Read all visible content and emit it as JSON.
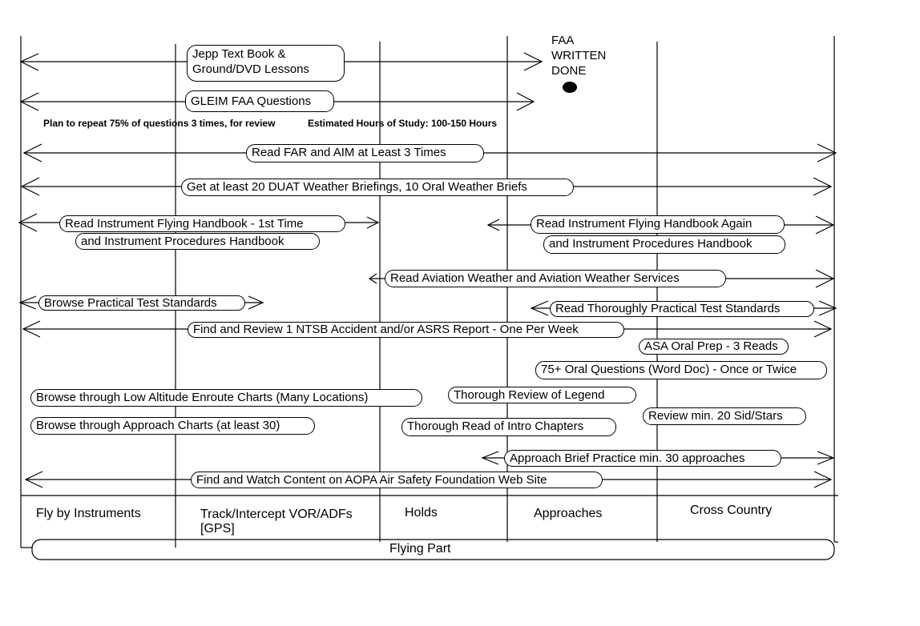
{
  "milestone": {
    "line1": "FAA",
    "line2": "WRITTEN",
    "line3": "DONE"
  },
  "notes": {
    "repeat": "Plan to repeat 75% of questions 3 times, for review",
    "hours": "Estimated Hours of Study: 100-150 Hours"
  },
  "tasks": {
    "jepp_line1": "Jepp Text Book &",
    "jepp_line2": "Ground/DVD Lessons",
    "gleim": "GLEIM FAA Questions",
    "far_aim": "Read FAR and AIM at Least 3 Times",
    "duat": "Get at least 20 DUAT Weather Briefings, 10 Oral Weather Briefs",
    "ifh_first": "Read Instrument Flying Handbook  - 1st Time",
    "iph_first": "and Instrument Procedures Handbook",
    "ifh_again": "Read Instrument Flying Handbook Again",
    "iph_again": "and Instrument Procedures Handbook",
    "aviation_weather": "Read Aviation Weather and Aviation Weather Services",
    "browse_pts": "Browse Practical Test Standards",
    "thorough_pts": "Read Thoroughly Practical Test Standards",
    "ntsb": "Find and Review 1 NTSB Accident and/or ASRS Report - One Per Week",
    "asa": "ASA Oral Prep - 3 Reads",
    "oral_questions": "75+ Oral Questions (Word Doc) - Once or Twice",
    "low_alt": "Browse through Low Altitude Enroute Charts (Many Locations)",
    "legend": "Thorough Review of Legend",
    "approach_charts": "Browse through Approach Charts (at least 30)",
    "intro": "Thorough Read of  Intro Chapters",
    "sid_stars": "Review min. 20 Sid/Stars",
    "approach_brief": "Approach Brief Practice min. 30 approaches",
    "aopa": "Find and Watch Content on AOPA Air Safety Foundation Web Site"
  },
  "phases": {
    "fly": "Fly by Instruments",
    "track_line1": "Track/Intercept VOR/ADFs",
    "track_line2": "[GPS]",
    "holds": "Holds",
    "approaches": "Approaches",
    "cross_country": "Cross Country"
  },
  "flying_part": "Flying Part",
  "colors": {
    "ink": "#000000",
    "background": "#ffffff"
  }
}
